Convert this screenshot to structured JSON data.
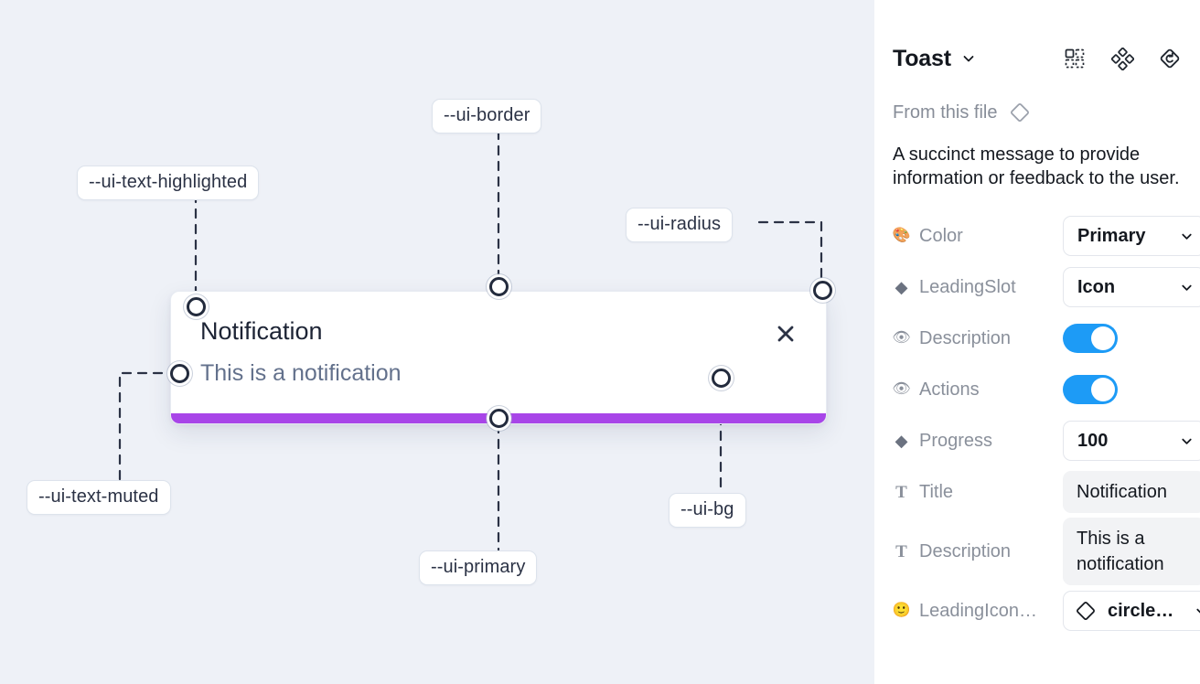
{
  "canvas": {
    "background_color": "#eef1f7",
    "tokens": [
      {
        "id": "ui-text-highlighted",
        "label": "--ui-text-highlighted"
      },
      {
        "id": "ui-border",
        "label": "--ui-border"
      },
      {
        "id": "ui-radius",
        "label": "--ui-radius"
      },
      {
        "id": "ui-text-muted",
        "label": "--ui-text-muted"
      },
      {
        "id": "ui-primary",
        "label": "--ui-primary"
      },
      {
        "id": "ui-bg",
        "label": "--ui-bg"
      }
    ],
    "toast": {
      "title": "Notification",
      "description": "This is a notification",
      "close_icon": "close-icon",
      "progress_color": "#a845e8",
      "background_color": "#ffffff"
    }
  },
  "panel": {
    "title": "Toast",
    "title_caret_icon": "chevron-down-icon",
    "header_icons": [
      {
        "id": "component-set-icon",
        "name": "component-set-icon"
      },
      {
        "id": "variants-icon",
        "name": "variants-icon"
      },
      {
        "id": "reset-instance-icon",
        "name": "reset-instance-icon"
      }
    ],
    "from_file": {
      "label": "From this file",
      "icon": "component-diamond-icon"
    },
    "description": "A succinct message to provide information or feedback to the user.",
    "properties": [
      {
        "id": "color",
        "icon": "palette-emoji",
        "icon_glyph": "🎨",
        "icon_type": "emoji",
        "label": "Color",
        "control": "select",
        "value": "Primary"
      },
      {
        "id": "leadingslot",
        "icon": "diamond-icon",
        "icon_glyph": "◆",
        "icon_type": "diamond",
        "label": "LeadingSlot",
        "control": "select",
        "value": "Icon"
      },
      {
        "id": "description",
        "icon": "eye-emoji",
        "icon_glyph": "👁",
        "icon_type": "emoji",
        "label": "Description",
        "control": "toggle",
        "value": "on"
      },
      {
        "id": "actions",
        "icon": "eye-emoji",
        "icon_glyph": "👁",
        "icon_type": "emoji",
        "label": "Actions",
        "control": "toggle",
        "value": "on"
      },
      {
        "id": "progress",
        "icon": "diamond-icon",
        "icon_glyph": "◆",
        "icon_type": "diamond",
        "label": "Progress",
        "control": "select",
        "value": "100"
      },
      {
        "id": "title",
        "icon": "text-icon",
        "icon_glyph": "T",
        "icon_type": "tglyph",
        "label": "Title",
        "control": "text",
        "value": "Notification"
      },
      {
        "id": "desc-text",
        "icon": "text-icon",
        "icon_glyph": "T",
        "icon_type": "tglyph",
        "label": "Description",
        "control": "textarea",
        "value": "This is a notification"
      },
      {
        "id": "leadingicon",
        "icon": "smiley-emoji",
        "icon_glyph": "🙂",
        "icon_type": "emoji",
        "label": "LeadingIcon…",
        "control": "select-icon",
        "value": "circle…"
      }
    ],
    "accent_color": "#1d9bf6"
  }
}
